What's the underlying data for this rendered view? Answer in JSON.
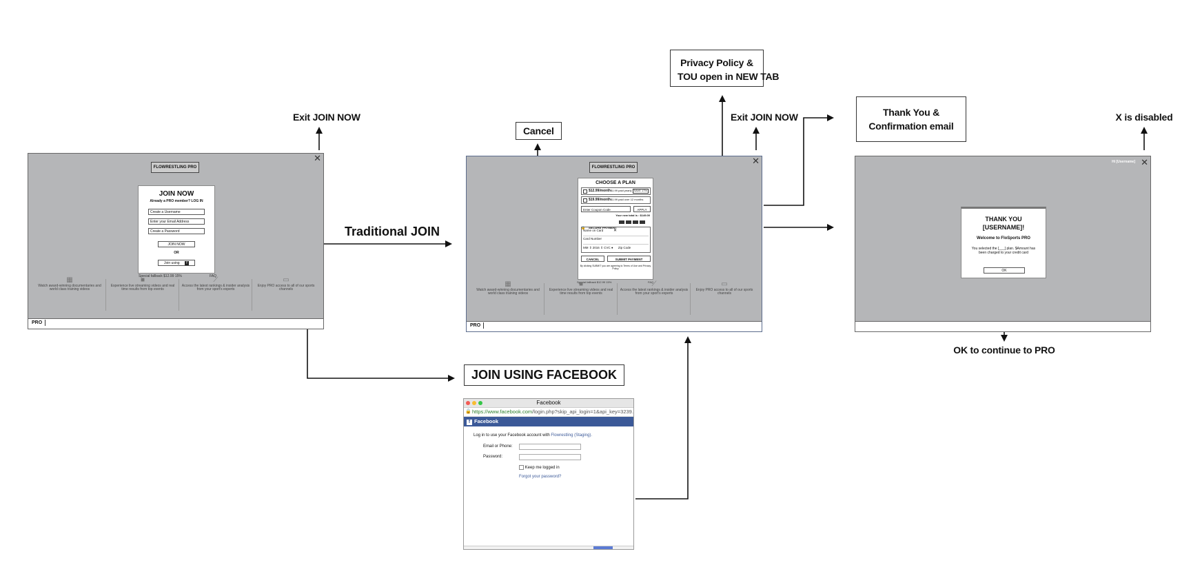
{
  "flow_labels": {
    "exit_join_now_1": "Exit JOIN NOW",
    "traditional_join": "Traditional JOIN",
    "cancel": "Cancel",
    "privacy_policy": [
      "Privacy Policy &",
      "TOU open in NEW TAB"
    ],
    "exit_join_now_2": "Exit JOIN NOW",
    "thank_you": [
      "Thank You &",
      "Confirmation email"
    ],
    "x_disabled": "X is disabled",
    "join_using_facebook": "JOIN USING FACEBOOK",
    "ok_continue": "OK to continue to PRO"
  },
  "screen1": {
    "logo": "FLOWRESTLING PRO",
    "title": "JOIN NOW",
    "subtitle": "Already a PRO member? LOG IN",
    "username_placeholder": "Create a Username",
    "email_placeholder": "Enter your Email Address",
    "password_placeholder": "Create a Password",
    "join_button": "JOIN NOW",
    "or": "OR",
    "join_using": "Join using",
    "footer_left": "Special fallback $12.99 15%",
    "footer_right": "FAQ",
    "features": [
      {
        "icon": "film-icon",
        "text": "Watch award-winning documentaries and world class training videos"
      },
      {
        "icon": "video-camera-icon",
        "text": "Experience live streaming videos and real time results from top events"
      },
      {
        "icon": "chart-icon",
        "text": "Access the latest rankings & insider analysis from your sport's experts"
      },
      {
        "icon": "laptop-icon",
        "text": "Enjoy PRO access to all of our sports channels"
      }
    ],
    "pro_tag": "PRO"
  },
  "screen2": {
    "logo": "FLOWRESTLING PRO",
    "title": "CHOOSE A PLAN",
    "plan1_price": "$12.99/month",
    "plan1_desc": "$1.99 paid yearly",
    "plan1_badge": "SAVE 17%",
    "plan2_price": "$19.99/month",
    "plan2_desc": "$1.99 paid over 12 months",
    "coupon_placeholder": "Enter Coupon Code",
    "apply": "APPLY",
    "total": "Your new total is : $149.00",
    "secure_payment": "SECURE PAYMENT",
    "name_on_card": "Name on Card",
    "card_number": "Card Number",
    "exp_month": "MM",
    "exp_year": "2016",
    "cvc": "CVC",
    "zip": "Zip Code",
    "cancel_btn": "CANCEL",
    "submit_btn": "SUBMIT PAYMENT",
    "terms": "By clicking SUBMIT you are agreeing to Terms of Use and Privacy Policy",
    "footer_left": "Special fallback $12.99 15%",
    "footer_right": "FAQ",
    "features": [
      {
        "icon": "film-icon",
        "text": "Watch award-winning documentaries and world class training videos"
      },
      {
        "icon": "video-camera-icon",
        "text": "Experience live streaming videos and real time results from top events"
      },
      {
        "icon": "chart-icon",
        "text": "Access the latest rankings & insider analysis from your sport's experts"
      },
      {
        "icon": "laptop-icon",
        "text": "Enjoy PRO access to all of our sports channels"
      }
    ],
    "pro_tag": "PRO"
  },
  "screen3": {
    "user_label": "Hi [Username]",
    "title_line1": "THANK YOU",
    "title_line2": "[USERNAME]!",
    "welcome": "Welcome to FloSports PRO",
    "message": "You selected the [___] plan. $Amount has been charged to your credit card",
    "ok": "OK"
  },
  "facebook": {
    "window_title": "Facebook",
    "url_host": "https://www.facebook.com",
    "url_path": "/login.php?skip_api_login=1&api_key=3239...",
    "header": "Facebook",
    "intro": "Log in to use your Facebook account with",
    "app_name": "Flowrestling (Staging).",
    "email_label": "Email or Phone:",
    "password_label": "Password:",
    "keep_logged_in": "Keep me logged in",
    "forgot": "Forgot your password?"
  }
}
